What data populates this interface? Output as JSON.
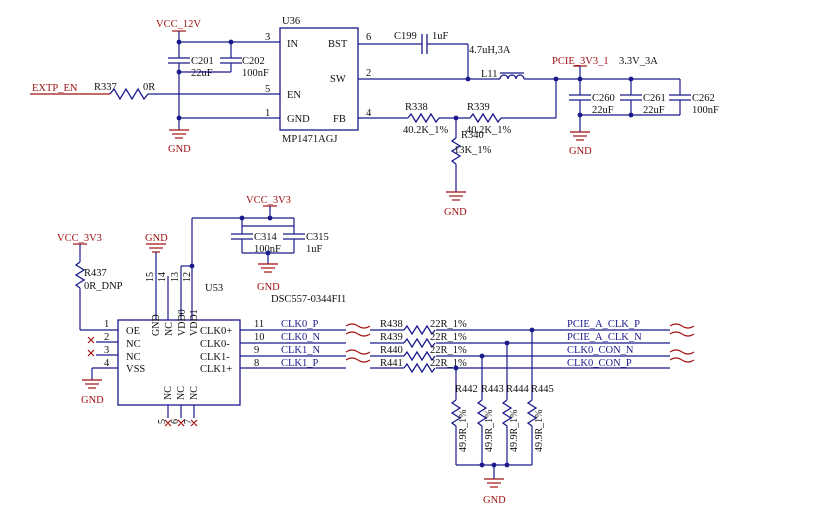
{
  "labels": {
    "vcc12v": "VCC_12V",
    "extp_en": "EXTP_EN",
    "r337": "R337",
    "r337_val": "0R",
    "c201": "C201",
    "c201_val": "22uF",
    "c202": "C202",
    "c202_val": "100nF",
    "gnd1": "GND",
    "u36": "U36",
    "u36_pin_in": "IN",
    "u36_pin_en": "EN",
    "u36_pin_gnd": "GND",
    "u36_pin_bst": "BST",
    "u36_pin_sw": "SW",
    "u36_pin_fb": "FB",
    "u36_part": "MP1471AGJ",
    "u36_n3": "3",
    "u36_n5": "5",
    "u36_n1": "1",
    "u36_n6": "6",
    "u36_n2": "2",
    "u36_n4": "4",
    "c199": "C199",
    "c199_val": "1uF",
    "l11_val": "4.7uH,3A",
    "l11": "L11",
    "r338": "R338",
    "r338_val": "40.2K_1%",
    "r339": "R339",
    "r339_val": "40.2K_1%",
    "r340": "R340",
    "r340_val": "13K_1%",
    "gnd2": "GND",
    "pcie_3v3": "PCIE_3V3_1",
    "out_spec": "3.3V_3A",
    "c260": "C260",
    "c260_val": "22uF",
    "c261": "C261",
    "c261_val": "22uF",
    "c262": "C262",
    "c262_val": "100nF",
    "gnd3": "GND",
    "vcc3v3_a": "VCC_3V3",
    "c314": "C314",
    "c314_val": "100nF",
    "c315": "C315",
    "c315_val": "1uF",
    "gnd4": "GND",
    "gnd5": "GND",
    "vcc3v3_b": "VCC_3V3",
    "r437": "R437",
    "r437_val": "0R_DNP",
    "gnd6": "GND",
    "u53": "U53",
    "u53_part": "DSC557-0344FI1",
    "u53_top_gnd": "GND",
    "u53_top_nc1": "NC",
    "u53_top_vdd0": "VDD0",
    "u53_top_vdd1": "VDD1",
    "u53_n15": "15",
    "u53_n14": "14",
    "u53_n13": "13",
    "u53_n12": "12",
    "u53_l_oe": "OE",
    "u53_l_nc2": "NC",
    "u53_l_nc3": "NC",
    "u53_l_vss": "VSS",
    "u53_n1": "1",
    "u53_n2": "2",
    "u53_n3": "3",
    "u53_n4": "4",
    "u53_r_clk0p": "CLK0+",
    "u53_r_clk0n": "CLK0-",
    "u53_r_clk1n": "CLK1-",
    "u53_r_clk1p": "CLK1+",
    "u53_n11": "11",
    "u53_n10": "10",
    "u53_n9": "9",
    "u53_n8": "8",
    "u53_b_nc5": "NC",
    "u53_b_nc6": "NC",
    "u53_b_nc7": "NC",
    "u53_n5": "5",
    "u53_n6": "6",
    "u53_n7": "7",
    "net_clk0_p": "CLK0_P",
    "net_clk0_n": "CLK0_N",
    "net_clk1_n": "CLK1_N",
    "net_clk1_p": "CLK1_P",
    "r438": "R438",
    "r439": "R439",
    "r440": "R440",
    "r441": "R441",
    "r438_val": "22R_1%",
    "r439_val": "22R_1%",
    "r440_val": "22R_1%",
    "r441_val": "22R_1%",
    "pcie_clk_p": "PCIE_A_CLK_P",
    "pcie_clk_n": "PCIE_A_CLK_N",
    "clk0_con_n": "CLK0_CON_N",
    "clk0_con_p": "CLK0_CON_P",
    "r442": "R442",
    "r443": "R443",
    "r444": "R444",
    "r445": "R445",
    "r442_val": "49.9R_1%",
    "r443_val": "49.9R_1%",
    "r444_val": "49.9R_1%",
    "r445_val": "49.9R_1%",
    "gnd7": "GND"
  }
}
